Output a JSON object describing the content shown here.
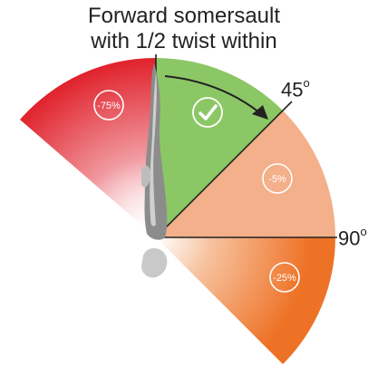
{
  "title": {
    "line1": "Forward somersault",
    "line2": "with 1/2 twist within"
  },
  "angles": {
    "a45": {
      "value": "45",
      "unit": "o"
    },
    "a90": {
      "value": "90",
      "unit": "o"
    }
  },
  "zones": {
    "backward": {
      "label": "-75%",
      "color": "#e0202a"
    },
    "ok": {
      "icon": "checkmark-icon",
      "color": "#8cc765"
    },
    "mid": {
      "label": "-5%",
      "color": "#f3b08a"
    },
    "low": {
      "label": "-25%",
      "color": "#ee7226"
    }
  },
  "colors": {
    "line": "#222222",
    "figure_dark": "#8c8c8c",
    "figure_light": "#cfcfcf"
  }
}
